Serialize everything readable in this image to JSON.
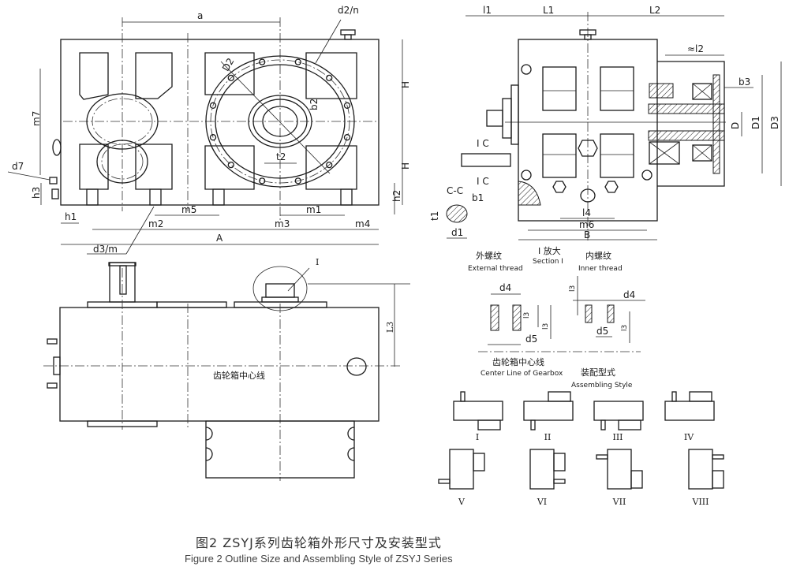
{
  "caption": {
    "chinese": "图2  ZSYJ系列齿轮箱外形尺寸及安装型式",
    "english": "Figure 2   Outline Size and Assembling Style of ZSYJ Series"
  },
  "front_view": {
    "labels": {
      "a": "a",
      "d2n": "d2/n",
      "D2": "D2",
      "b2": "b2",
      "t2": "t2",
      "H_top": "H",
      "H_bottom": "H",
      "h2": "h2",
      "m7": "m7",
      "d7": "d7",
      "h3": "h3",
      "h1": "h1",
      "m5": "m5",
      "m1": "m1",
      "m2": "m2",
      "m3": "m3",
      "m4": "m4",
      "A": "A",
      "d3m": "d3/m"
    }
  },
  "side_view": {
    "labels": {
      "l1": "l1",
      "L1": "L1",
      "L2": "L2",
      "l2": "≈l2",
      "b3": "b3",
      "D": "D",
      "D1": "D1",
      "D3": "D3",
      "C_top": "I C",
      "C_bottom": "I C",
      "CC": "C-C",
      "b1": "b1",
      "t1": "t1",
      "d1": "d1",
      "l4": "l4",
      "m6": "m6",
      "B": "B"
    }
  },
  "top_view": {
    "labels": {
      "I": "I",
      "L3": "L3",
      "centerline_cn": "齿轮箱中心线"
    }
  },
  "section_detail": {
    "title_cn": "I 放大",
    "title_en": "Section I",
    "external": {
      "cn": "外螺纹",
      "en": "External thread",
      "d4": "d4",
      "l3a": "l3",
      "l3b": "l3",
      "d5": "d5"
    },
    "inner": {
      "cn": "内螺纹",
      "en": "Inner thread",
      "d4": "d4",
      "l3a": "l3",
      "l3b": "l3",
      "d5": "d5"
    },
    "centerline": {
      "cn": "齿轮箱中心线",
      "en": "Center Line of Gearbox"
    },
    "assembling": {
      "cn": "装配型式",
      "en": "Assembling Style"
    }
  },
  "assembling_styles": [
    "I",
    "II",
    "III",
    "IV",
    "V",
    "VI",
    "VII",
    "VIII"
  ]
}
